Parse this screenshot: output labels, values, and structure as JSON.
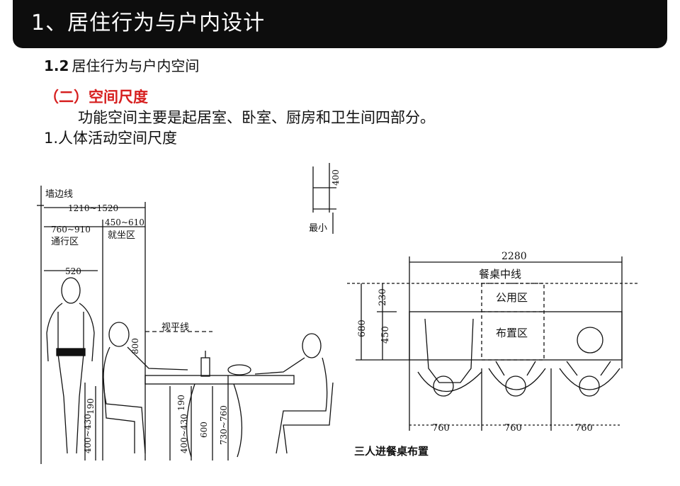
{
  "header": {
    "title": "1、居住行为与户内设计"
  },
  "subtitle": {
    "number": "1.2",
    "text": "居住行为与户内空间"
  },
  "section": {
    "title": "（二）空间尺度"
  },
  "paragraph": {
    "text": "功能空间主要是起居室、卧室、厨房和卫生间四部分。"
  },
  "item": {
    "text": "1.人体活动空间尺度"
  },
  "figure_left": {
    "wall_line": "墙边线",
    "dim_total": "1210~1520",
    "dim_pass": "760~910",
    "pass_zone": "通行区",
    "dim_seat": "450~610",
    "seat_zone": "就坐区",
    "dim_body": "520",
    "sight_line": "视平线",
    "dim_800": "800",
    "dim_190": "190",
    "dim_seat_h": "400~430",
    "dim_190b": "190",
    "dim_400_430b": "400~430",
    "dim_600": "600",
    "dim_table_h": "730~760",
    "dim_top": "400",
    "min_label": "最小"
  },
  "figure_right": {
    "dim_width": "2280",
    "center_line": "餐桌中线",
    "dim_680": "680",
    "dim_230": "230",
    "dim_450": "450",
    "public_zone": "公用区",
    "layout_zone": "布置区",
    "dim_760_a": "760",
    "dim_760_b": "760",
    "dim_760_c": "760",
    "caption": "三人进餐桌布置"
  }
}
